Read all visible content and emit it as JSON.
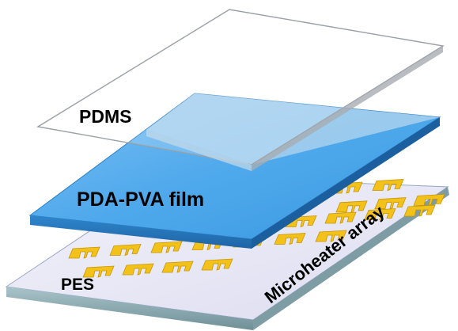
{
  "layers": [
    {
      "id": "pdms",
      "label": "PDMS",
      "color": "#ffffff",
      "edge": "#9aa0a6"
    },
    {
      "id": "pda_pva",
      "label": "PDA-PVA film",
      "color": "#4aa8ec",
      "edge": "#1f6fb3"
    },
    {
      "id": "pes",
      "label": "PES",
      "color": "#e8e9f7",
      "edge": "#7f9da4"
    }
  ],
  "microheater": {
    "label": "Microheater array",
    "color": "#f3c21a",
    "edge": "#c99500"
  }
}
